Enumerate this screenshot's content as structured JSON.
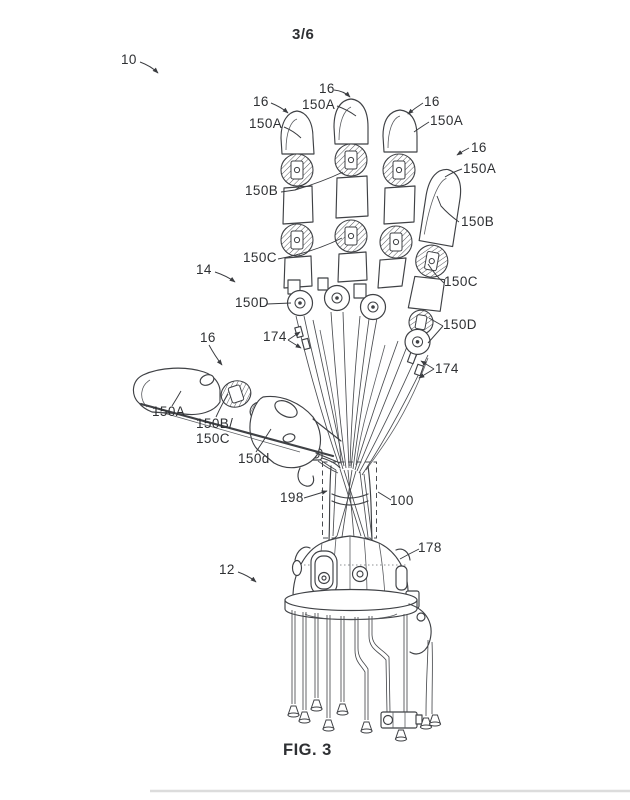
{
  "page": {
    "sheet_number": "3/6",
    "figure_caption": "FIG. 3"
  },
  "reference_labels": {
    "assembly_10": "10",
    "hand_14": "14",
    "forearm_12": "12",
    "finger1_16": "16",
    "finger1_150A": "150A",
    "finger2_16": "16",
    "finger2_150A": "150A",
    "finger3_16": "16",
    "finger3_150A": "150A",
    "finger4_16": "16",
    "finger4_150A": "150A",
    "fingers_150B_left": "150B",
    "fingers_150B_right": "150B",
    "fingers_150C_left": "150C",
    "fingers_150C_right": "150C",
    "fingers_150D_left": "150D",
    "fingers_150D_right": "150D",
    "thumb_16": "16",
    "thumb_150A": "150A",
    "thumb_150B": "150B/",
    "thumb_150C": "150C",
    "thumb_150d": "150d",
    "tendons_174_left": "174",
    "tendons_174_right": "174",
    "wrist_198": "198",
    "wrist_100": "100",
    "forearm_178": "178"
  }
}
